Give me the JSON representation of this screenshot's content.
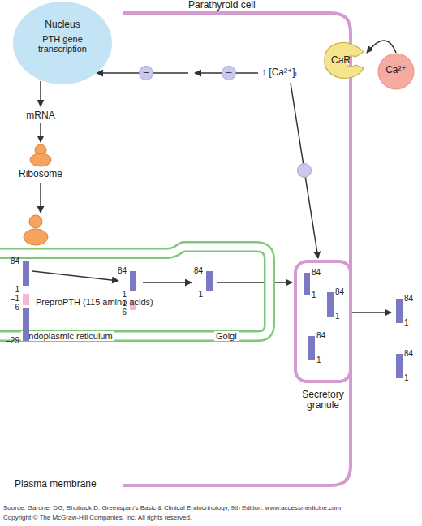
{
  "diagram": {
    "caption": "Source: Gardner DG, Shoback D: Greenspan's Basic & Clinical Endocrinology, 9th Edition: www.accessmedicine.com",
    "nodes": [
      {
        "text": [
          "Parathyroid cell"
        ]
      },
      {
        "text": [
          "Nucleus",
          "PTH gene transcription"
        ],
        "in": 0
      },
      {
        "text": [
          "–"
        ],
        "in": 0
      },
      {
        "text": [
          "–"
        ],
        "in": 0
      },
      {
        "text": [
          "CaR"
        ],
        "in": 0
      },
      {
        "text": [
          "Ca²⁺"
        ]
      },
      {
        "text": [
          "Ribosome"
        ],
        "in": 0
      },
      {
        "text": [
          "–"
        ],
        "in": 0
      },
      {
        "text": [
          "Endoplasmic reticulum"
        ],
        "in": 0
      },
      {
        "text": [
          "Secretory granule"
        ],
        "in": 0
      }
    ],
    "edges": [
      {
        "from": 5,
        "to": 4,
        "arrow": "to"
      }
    ],
    "labels": [
      "↑ [Ca²⁺]ᵢ",
      "mRNA",
      "84",
      "1",
      "–1",
      "–6",
      "–29",
      "PreproPTH (115 amino acids)",
      "84",
      "1",
      "–1",
      "–6",
      "Golgi",
      "84",
      "1",
      "84",
      "1",
      "84",
      "1",
      "84",
      "1",
      "84",
      "1",
      "84",
      "1",
      "Plasma membrane",
      "Copyright © The McGraw-Hill Companies, Inc. All rights reserved."
    ]
  }
}
